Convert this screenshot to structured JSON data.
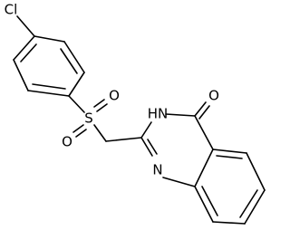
{
  "molecule": {
    "atom_labels": {
      "cl": "Cl",
      "s": "S",
      "o_top": "O",
      "o_bottom": "O",
      "nh": "HN",
      "o_carbonyl": "O",
      "n_ring": "N"
    },
    "colors": {
      "bond": "#000000",
      "text": "#000000",
      "background": "#ffffff"
    }
  }
}
